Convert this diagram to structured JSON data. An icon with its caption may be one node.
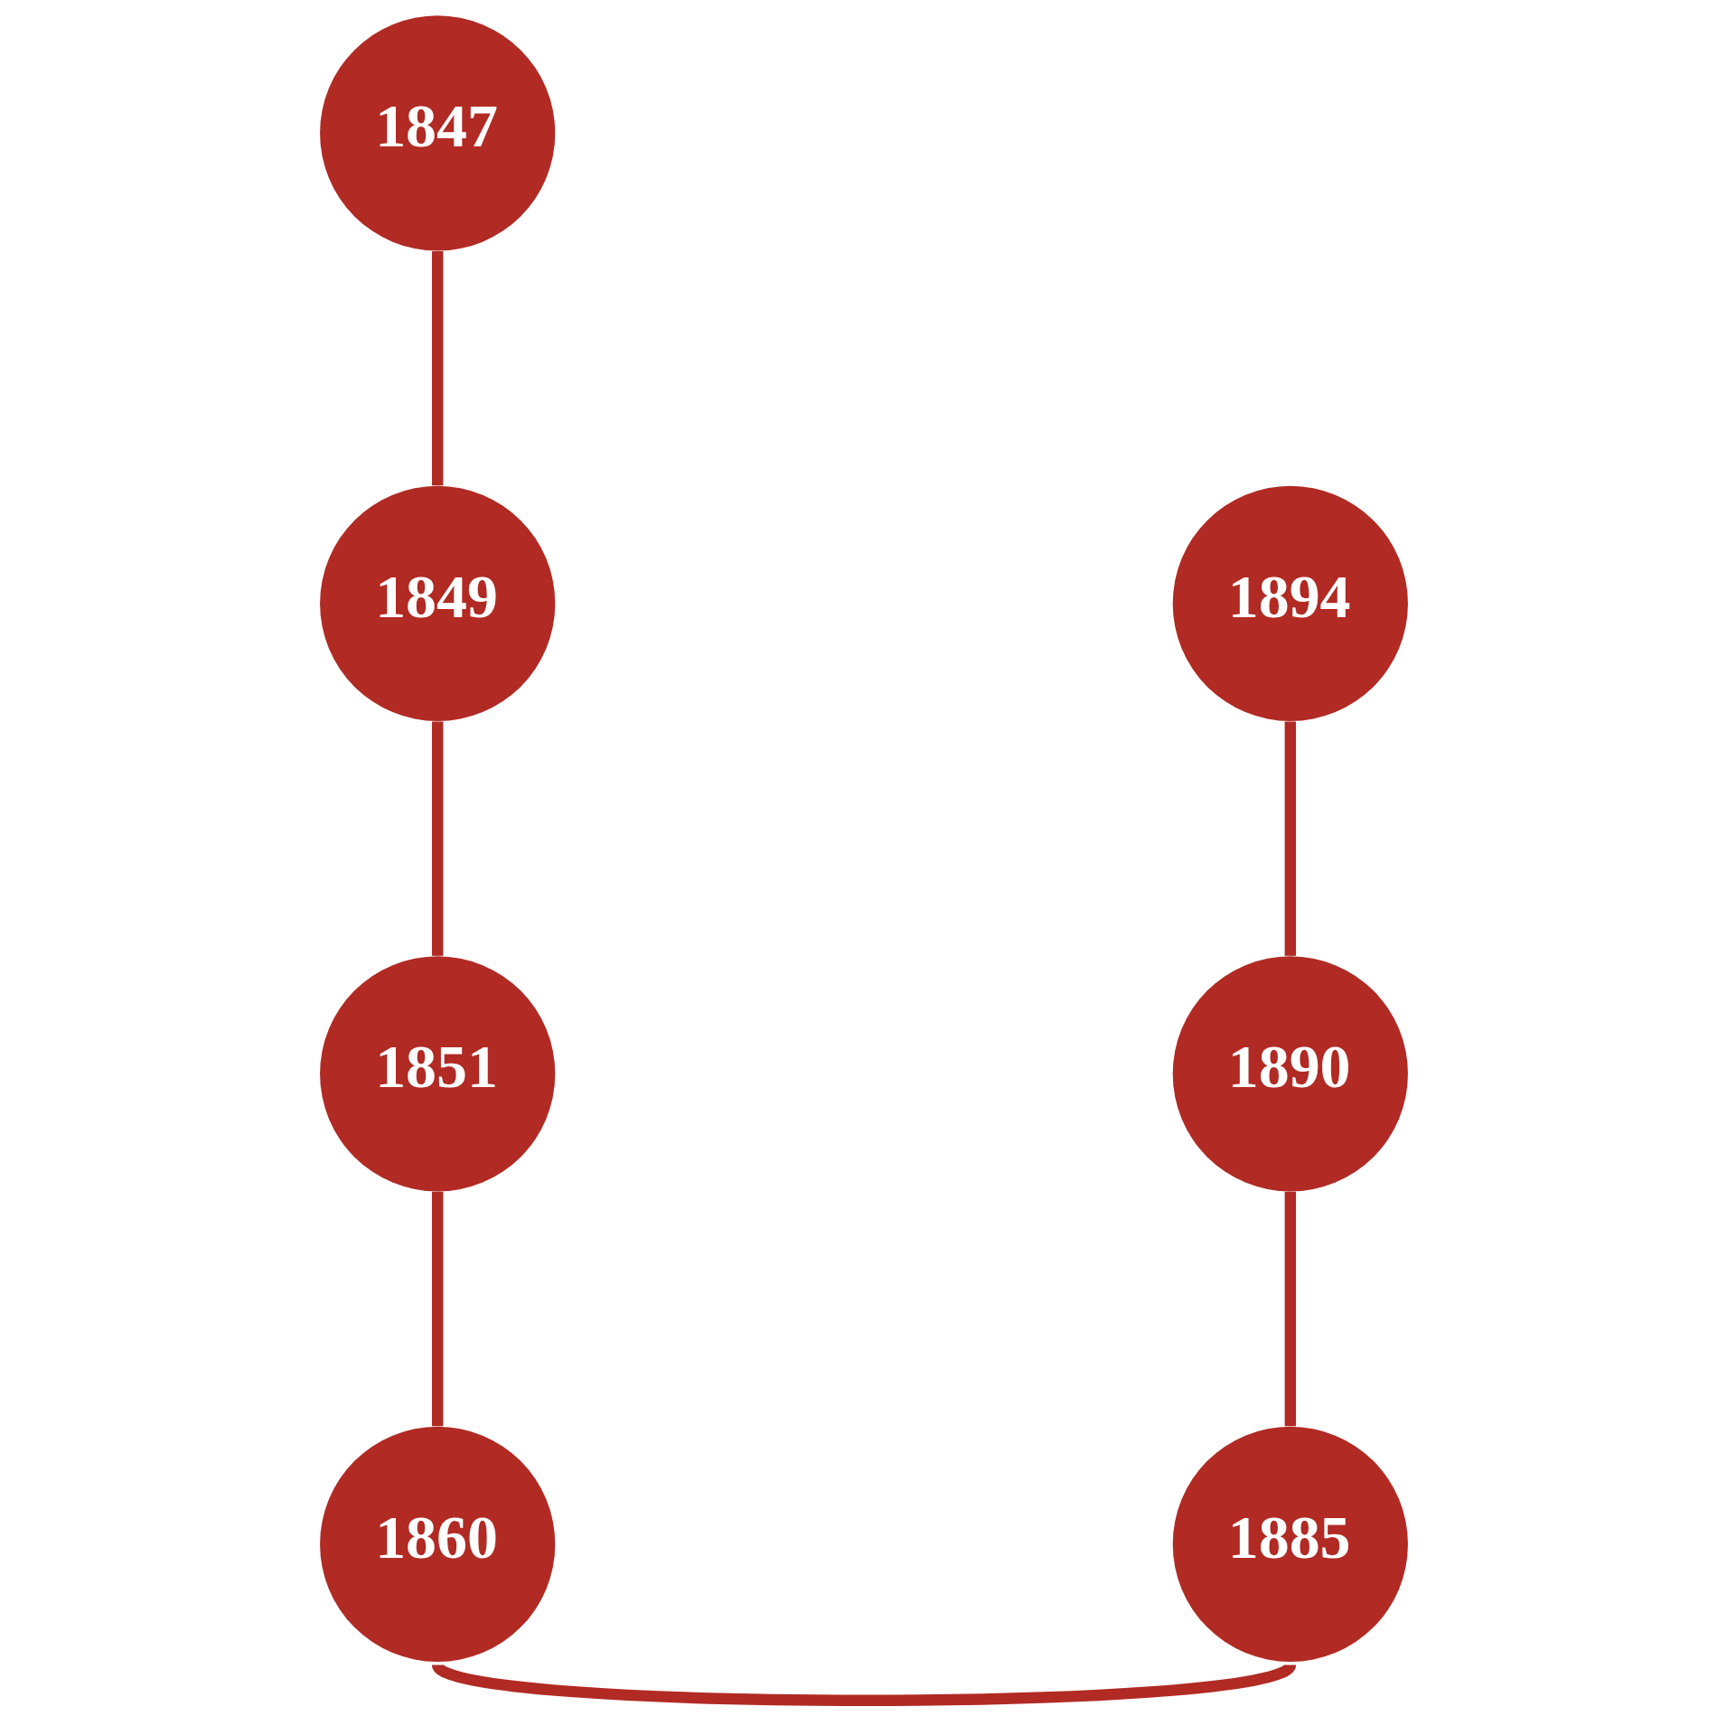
{
  "diagram": {
    "nodes": [
      {
        "text": [
          "1847"
        ]
      },
      {
        "text": [
          "1849"
        ]
      },
      {
        "text": [
          "1851"
        ]
      },
      {
        "text": [
          "1860"
        ]
      },
      {
        "text": [
          "1885"
        ]
      },
      {
        "text": [
          "1890"
        ]
      },
      {
        "text": [
          "1894"
        ]
      }
    ],
    "edges": [
      {
        "from": 0,
        "to": 1,
        "arrow": "none"
      },
      {
        "from": 1,
        "to": 2,
        "arrow": "none"
      },
      {
        "from": 2,
        "to": 3,
        "arrow": "none"
      },
      {
        "from": 3,
        "to": 4,
        "arrow": "none"
      },
      {
        "from": 4,
        "to": 5,
        "arrow": "none"
      },
      {
        "from": 5,
        "to": 6,
        "arrow": "none"
      }
    ]
  }
}
